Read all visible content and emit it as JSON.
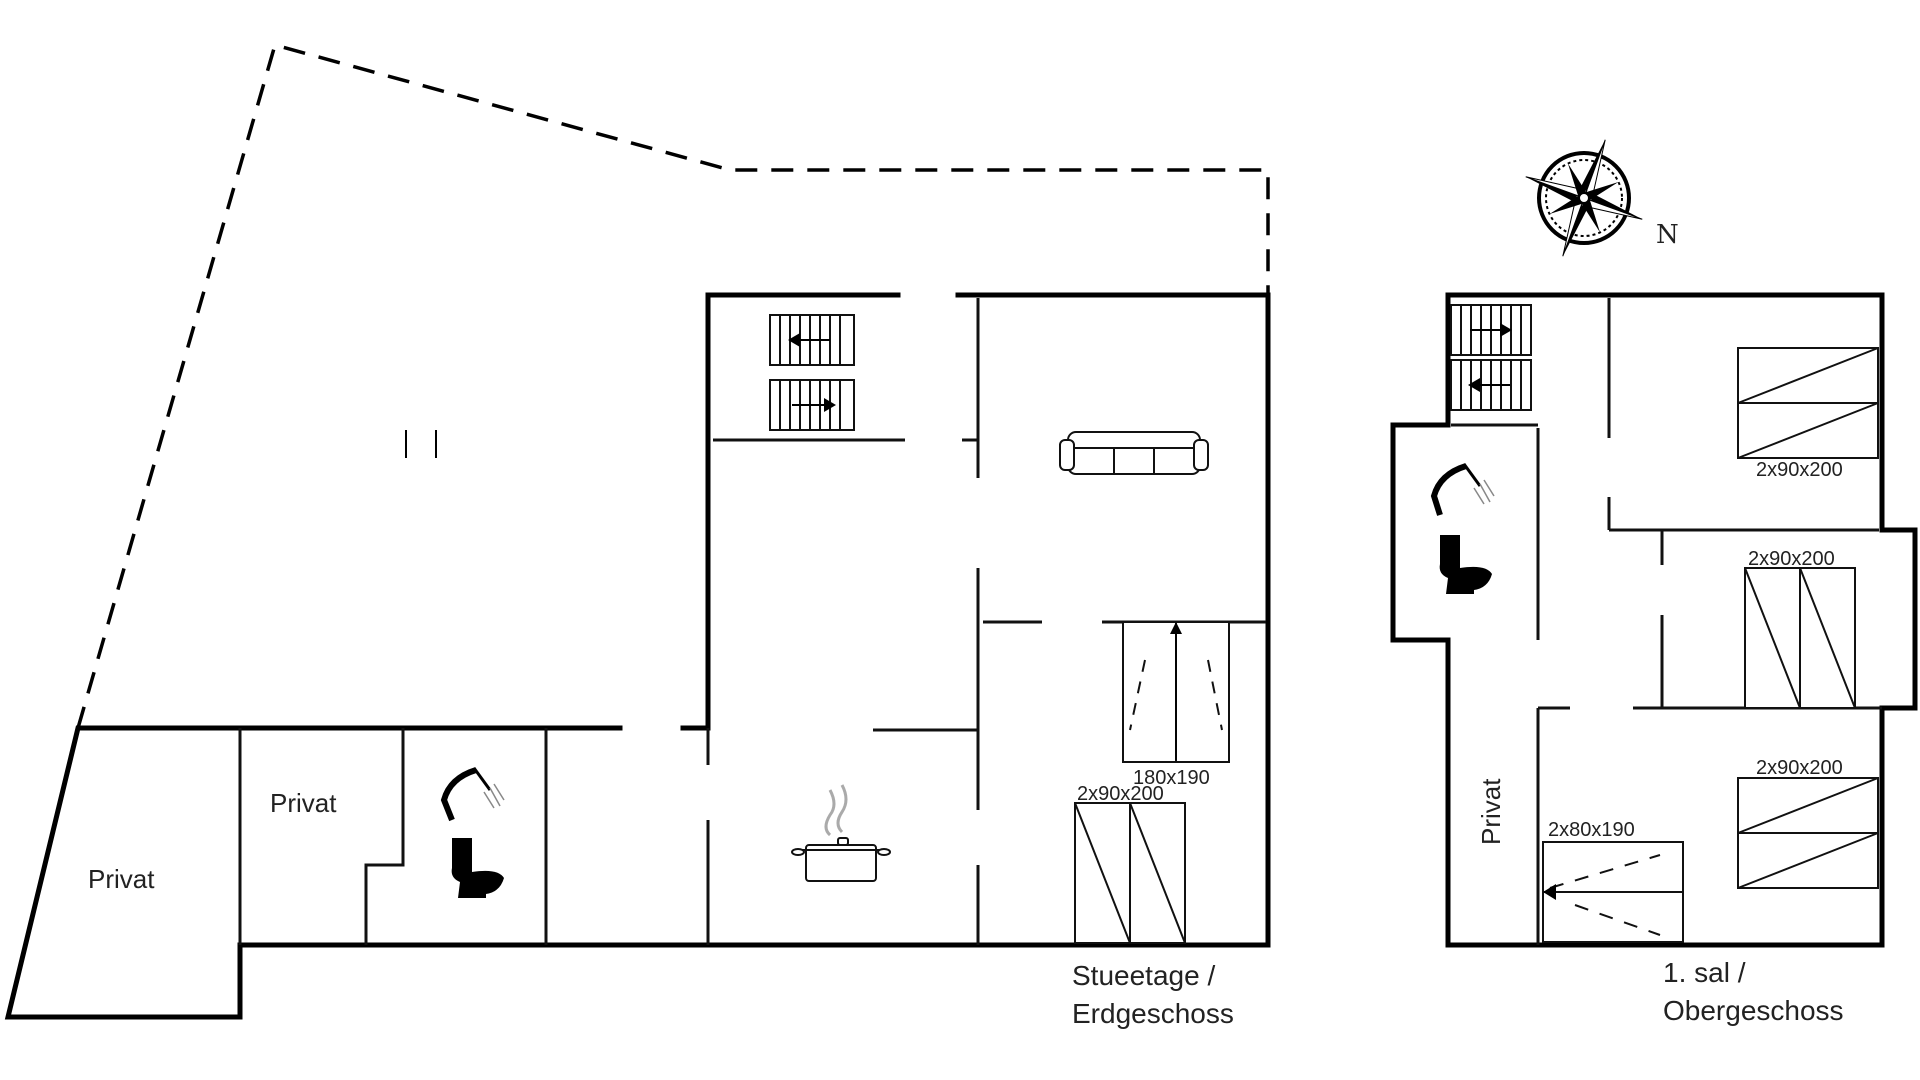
{
  "floors": {
    "ground": {
      "label_line1": "Stueetage /",
      "label_line2": "Erdgeschoss",
      "rooms": {
        "privat_a": "Privat",
        "privat_b": "Privat"
      },
      "beds": {
        "double": "180x190",
        "twin": "2x90x200"
      }
    },
    "upper": {
      "label_line1": "1. sal /",
      "label_line2": "Obergeschoss",
      "rooms": {
        "privat": "Privat"
      },
      "beds": {
        "room1": "2x90x200",
        "room2": "2x90x200",
        "room3": "2x90x200",
        "room4": "2x80x190"
      }
    }
  },
  "compass": {
    "north_label": "N"
  },
  "icons": [
    "compass-rose-icon",
    "stairs-icon",
    "shower-icon",
    "toilet-icon",
    "sofa-icon",
    "cooking-pot-icon",
    "bed-icon",
    "terrace-icon"
  ]
}
